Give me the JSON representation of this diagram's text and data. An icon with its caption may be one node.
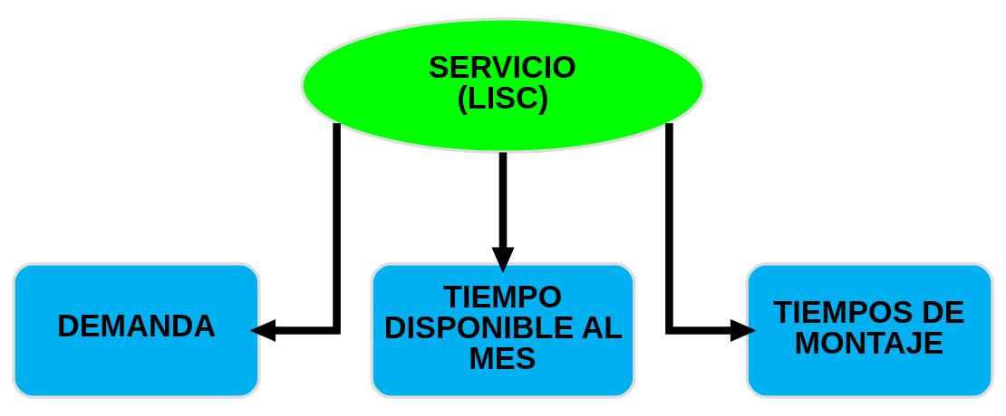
{
  "diagram": {
    "nodes": [
      {
        "text": [
          "SERVICIO (LISC)"
        ]
      },
      {
        "text": [
          "DEMANDA"
        ]
      },
      {
        "text": [
          "TIEMPO DISPONIBLE AL MES"
        ]
      },
      {
        "text": [
          "TIEMPOS DE MONTAJE"
        ]
      }
    ],
    "edges": [
      {
        "from": 0,
        "to": 1,
        "arrow": "to"
      },
      {
        "from": 0,
        "to": 2,
        "arrow": "to"
      },
      {
        "from": 0,
        "to": 3,
        "arrow": "to"
      }
    ]
  }
}
